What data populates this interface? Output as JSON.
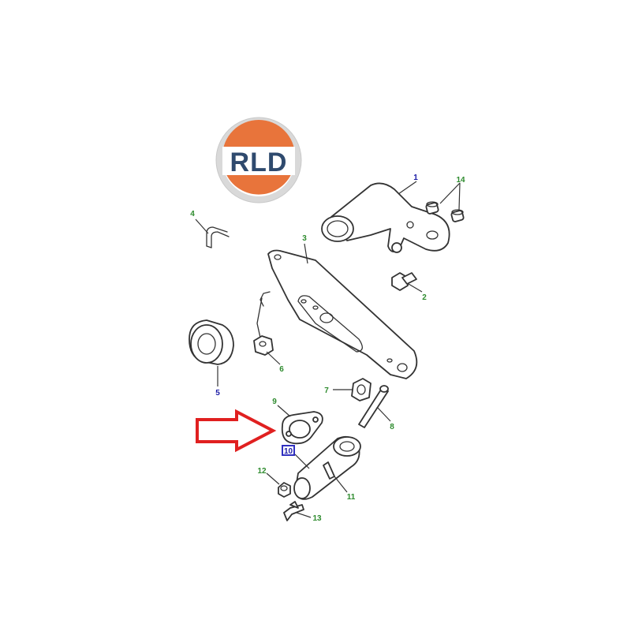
{
  "logo": {
    "text": "RLD",
    "ring_color": "#d9d9d9",
    "top_color": "#e8743b",
    "text_color": "#2f4a6e"
  },
  "callouts": {
    "c1": "1",
    "c2": "2",
    "c3": "3",
    "c4": "4",
    "c5": "5",
    "c6": "6",
    "c7": "7",
    "c8": "8",
    "c9": "9",
    "c10": "10",
    "c11": "11",
    "c12": "12",
    "c13": "13",
    "c14": "14"
  },
  "colors": {
    "callout_green": "#2e8b2e",
    "callout_blue": "#1a1aa6",
    "highlight_box": "#3030c0",
    "arrow": "#e02020",
    "line": "#333333"
  },
  "highlight": {
    "part": "10",
    "pointer": "arrow-right-icon"
  }
}
